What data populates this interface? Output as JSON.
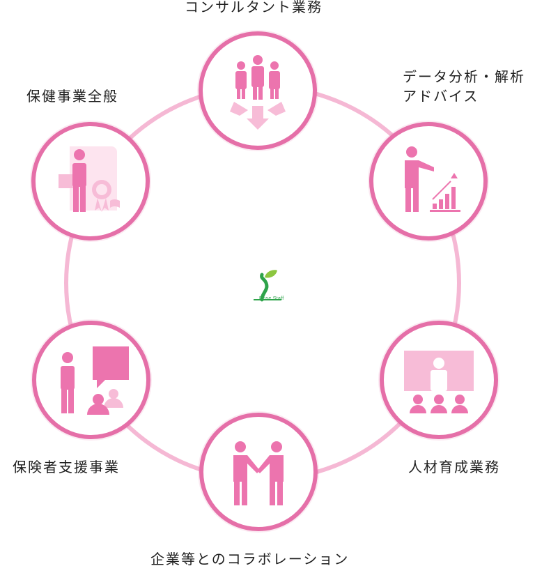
{
  "services": [
    {
      "label_lines": [
        "コンサルタント業務"
      ],
      "icon": "consulting-team-icon"
    },
    {
      "label_lines": [
        "データ分析・解析",
        "アドバイス"
      ],
      "icon": "data-analysis-chart-icon"
    },
    {
      "label_lines": [
        "人材育成業務"
      ],
      "icon": "training-presentation-icon"
    },
    {
      "label_lines": [
        "企業等とのコラボレーション"
      ],
      "icon": "handshake-icon"
    },
    {
      "label_lines": [
        "保険者支援事業"
      ],
      "icon": "advisor-speech-bubble-icon"
    },
    {
      "label_lines": [
        "保健事業全般"
      ],
      "icon": "certificate-businessman-icon"
    }
  ],
  "logo": {
    "text": "Rose Staff",
    "icon": "sprout-logo-icon"
  },
  "colors": {
    "ring": "#f5b8d4",
    "circle_border": "#e56fa8",
    "icon_main": "#ec74ae",
    "icon_light": "#f7bcd7",
    "logo_green": "#2ea34a"
  }
}
